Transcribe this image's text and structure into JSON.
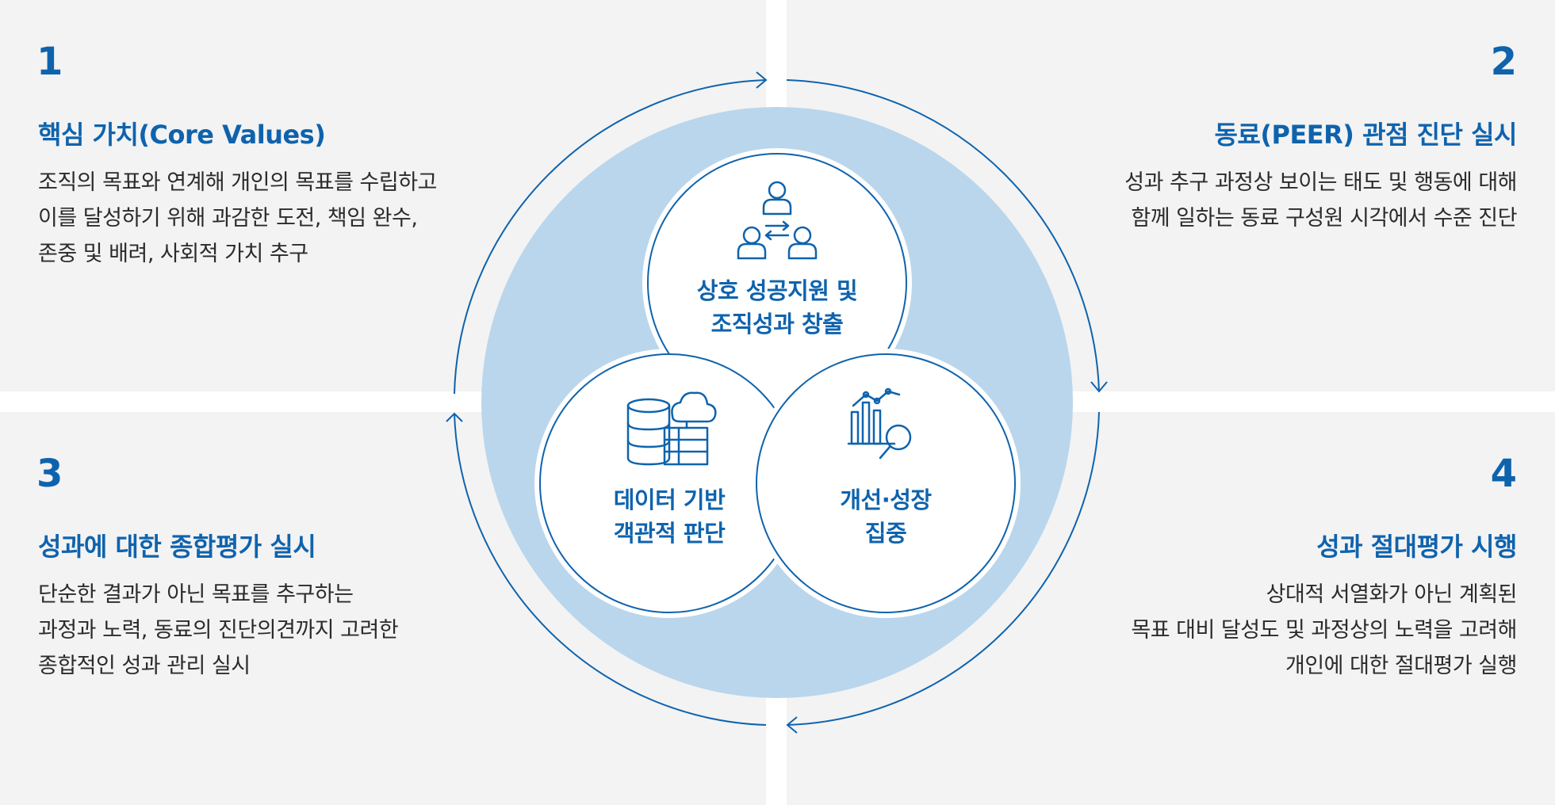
{
  "quadrants": [
    {
      "number": "1",
      "title": "핵심 가치(Core Values)",
      "lines": [
        "조직의 목표와 연계해 개인의 목표를 수립하고",
        "이를 달성하기 위해 과감한 도전, 책임 완수,",
        "존중 및 배려, 사회적 가치 추구"
      ]
    },
    {
      "number": "2",
      "title": "동료(PEER) 관점 진단 실시",
      "lines": [
        "성과 추구 과정상 보이는 태도 및 행동에 대해",
        "함께 일하는 동료 구성원 시각에서 수준 진단"
      ]
    },
    {
      "number": "3",
      "title": "성과에 대한 종합평가 실시",
      "lines": [
        "단순한 결과가 아닌 목표를 추구하는",
        "과정과 노력, 동료의 진단의견까지 고려한",
        "종합적인 성과 관리 실시"
      ]
    },
    {
      "number": "4",
      "title": "성과 절대평가 시행",
      "lines": [
        "상대적 서열화가 아닌 계획된",
        "목표 대비 달성도 및 과정상의 노력을 고려해",
        "개인에 대한 절대평가 실행"
      ]
    }
  ],
  "center": {
    "top": {
      "icon": "people-exchange-icon",
      "lines": [
        "상호 성공지원 및",
        "조직성과 창출"
      ]
    },
    "left": {
      "icon": "database-cloud-icon",
      "lines": [
        "데이터 기반",
        "객관적 판단"
      ]
    },
    "right": {
      "icon": "chart-magnifier-icon",
      "lines": [
        "개선·성장",
        "집중"
      ]
    }
  },
  "colors": {
    "accent": "#0f63ad",
    "panel_bg": "#f3f3f3",
    "big_circle": "#bad6ec",
    "text": "#2b2b2b"
  }
}
